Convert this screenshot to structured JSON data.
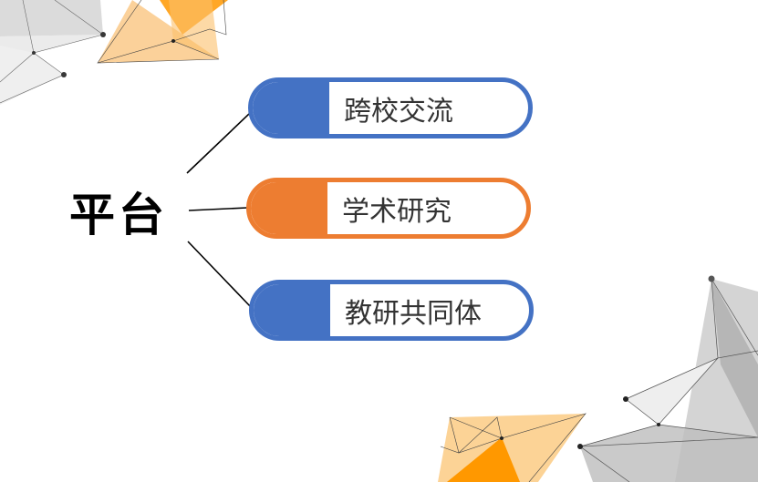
{
  "title": "平台",
  "colors": {
    "blue": "#4472c4",
    "orange": "#ed7d31"
  },
  "items": [
    {
      "label": "跨校交流",
      "color": "blue"
    },
    {
      "label": "学术研究",
      "color": "orange"
    },
    {
      "label": "教研共同体",
      "color": "blue"
    }
  ]
}
